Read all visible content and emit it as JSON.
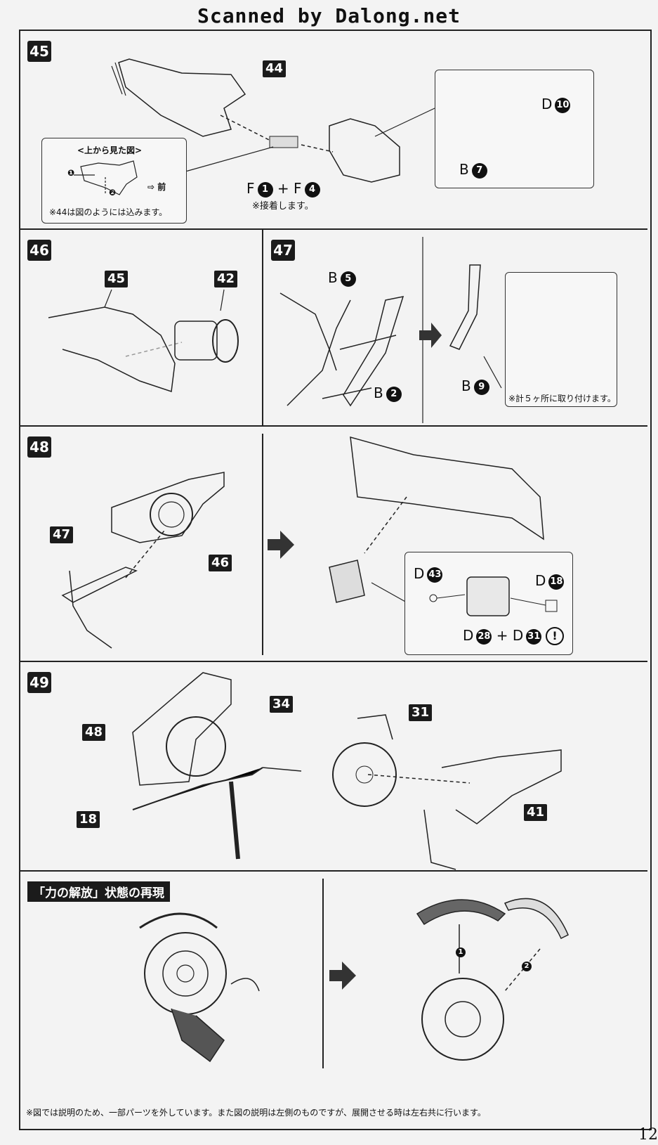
{
  "header": "Scanned by Dalong.net",
  "page_number": "12",
  "steps": {
    "s45": {
      "num": "45",
      "part44": "44",
      "inset_title": "<上から見た図>",
      "inset_n1": "❶",
      "inset_n2": "❷",
      "inset_front": "⇨ 前",
      "inset_note": "※44は図のようには込みます。",
      "f_label": "F",
      "f1": "1",
      "plus": "+",
      "f2": "F",
      "f4": "4",
      "glue_note": "※接着します。",
      "b7": "B",
      "b7n": "7",
      "d10": "D",
      "d10n": "10"
    },
    "s46": {
      "num": "46",
      "t45": "45",
      "t42": "42"
    },
    "s47": {
      "num": "47",
      "b5": "B",
      "b5n": "5",
      "b2": "B",
      "b2n": "2",
      "b9": "B",
      "b9n": "9",
      "note": "※計５ヶ所に取り付けます。"
    },
    "s48": {
      "num": "48",
      "t47": "47",
      "t46": "46",
      "d43": "D",
      "d43n": "43",
      "d18": "D",
      "d18n": "18",
      "d28": "D",
      "d28n": "28",
      "plus": "+",
      "d31": "D",
      "d31n": "31",
      "warn": "!"
    },
    "s49": {
      "num": "49",
      "t48": "48",
      "t34": "34",
      "t31": "31",
      "t18": "18",
      "t41": "41"
    },
    "s50": {
      "title": "「力の解放」状態の再現",
      "n1": "1",
      "n2": "2",
      "footnote": "※図では説明のため、一部パーツを外しています。また図の説明は左側のものですが、展開させる時は左右共に行います。"
    }
  }
}
